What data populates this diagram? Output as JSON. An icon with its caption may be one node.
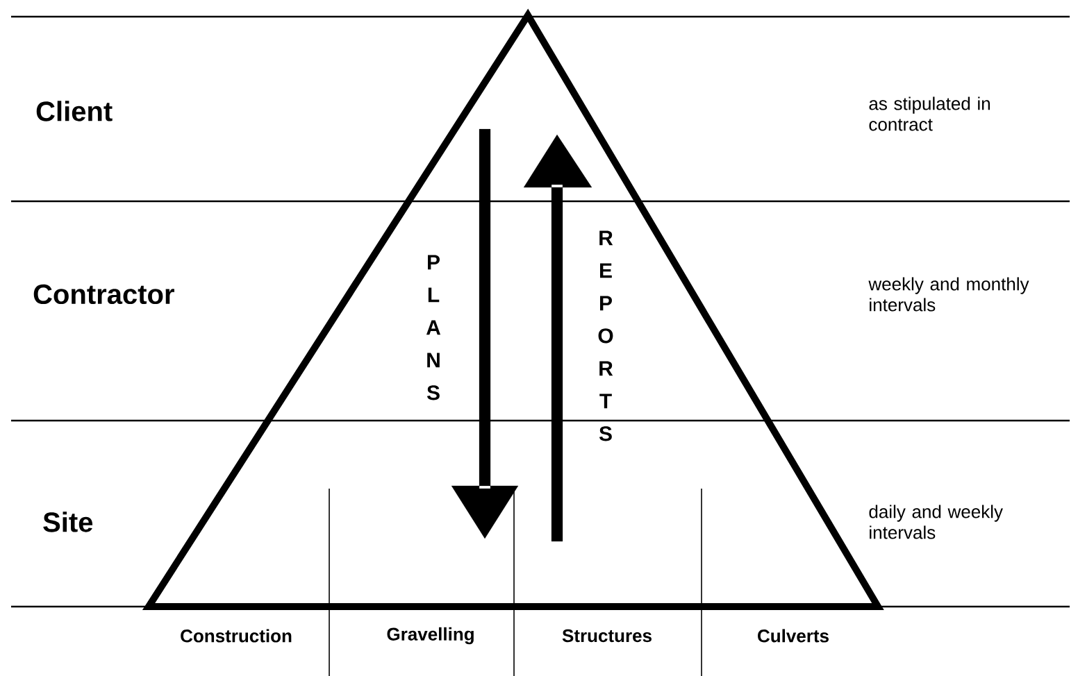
{
  "diagram": {
    "labels": [
      "Client",
      "as stipulated in contract",
      "PLANS",
      "REPORTS",
      "Contractor",
      "weekly and monthly intervals",
      "Site",
      "daily and weekly intervals",
      "Construction",
      "Gravelling",
      "Structures",
      "Culverts"
    ]
  }
}
